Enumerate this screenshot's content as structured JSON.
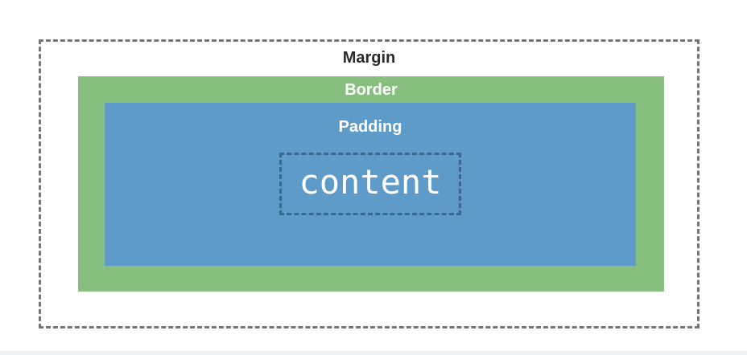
{
  "diagram": {
    "type": "css-box-model",
    "labels": {
      "margin": "Margin",
      "border": "Border",
      "padding": "Padding",
      "content": "content"
    },
    "colors": {
      "border_fill": "#86BF7E",
      "padding_fill": "#5E9BC9",
      "margin_dash": "#757575",
      "content_dash": "#3A688F",
      "margin_text": "#2B2B2B",
      "light_text": "#FFFFFF",
      "bottom_strip": "#EEF1F4"
    }
  }
}
